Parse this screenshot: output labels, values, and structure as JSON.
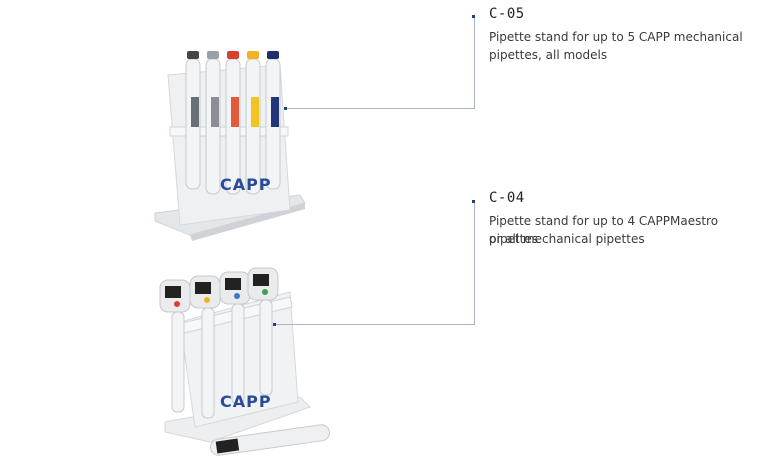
{
  "products": [
    {
      "code": "C-05",
      "description_line1": "Pipette stand for up to 5 CAPP mechanical",
      "description_line2": "pipettes, all models",
      "image_icon": "pipette-stand-5-icon",
      "brand_text": "CAPP"
    },
    {
      "code": "C-04",
      "description_line1": "Pipette stand for up to 4 CAPPMaestro pipettes",
      "description_line2": "or all mechanical pipettes",
      "image_icon": "pipette-stand-4-icon",
      "brand_text": "CAPP"
    }
  ],
  "colors": {
    "dot": "#1f3f86",
    "connector": "#a9b6c8",
    "brand": "#2a4a9a"
  }
}
